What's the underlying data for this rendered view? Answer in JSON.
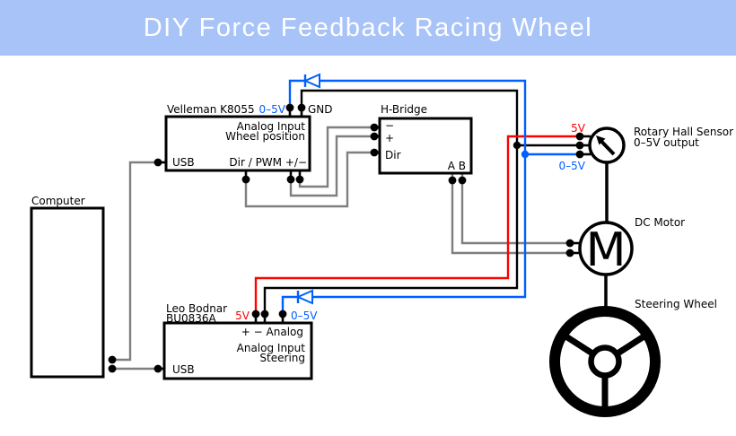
{
  "header": {
    "title": "DIY Force Feedback Racing Wheel",
    "bg_color": "#a8c3f7",
    "text_color": "#ffffff"
  },
  "colors": {
    "power_5v_wire": "#ff0000",
    "signal_0_5v_wire": "#0060ff",
    "ground_wire": "#000000",
    "usb_wire": "#7f7f7f"
  },
  "components": {
    "computer": {
      "label": "Computer"
    },
    "velleman": {
      "title": "Velleman K8055",
      "analog_label_1": "Analog Input",
      "analog_label_2": "Wheel position",
      "usb_label": "USB",
      "output_label": "Dir / PWM +/−",
      "pin_0_5v": "0–5V",
      "pin_gnd": "GND"
    },
    "hbridge": {
      "title": "H-Bridge",
      "pin_minus": "−",
      "pin_plus": "+",
      "pin_dir": "Dir",
      "pin_ab": "A B"
    },
    "leo_bodnar": {
      "title_1": "Leo Bodnar",
      "title_2": "BU0836A",
      "pin_5v": "5V",
      "pin_0_5v": "0–5V",
      "pins_label": "+ − Analog",
      "analog_label_1": "Analog Input",
      "analog_label_2": "Steering",
      "usb_label": "USB"
    },
    "hall_sensor": {
      "label_1": "Rotary Hall Sensor",
      "label_2": "0–5V output",
      "pin_5v": "5V",
      "pin_0_5v": "0–5V"
    },
    "dc_motor": {
      "label": "DC Motor",
      "symbol": "M"
    },
    "steering_wheel": {
      "label": "Steering Wheel"
    }
  }
}
